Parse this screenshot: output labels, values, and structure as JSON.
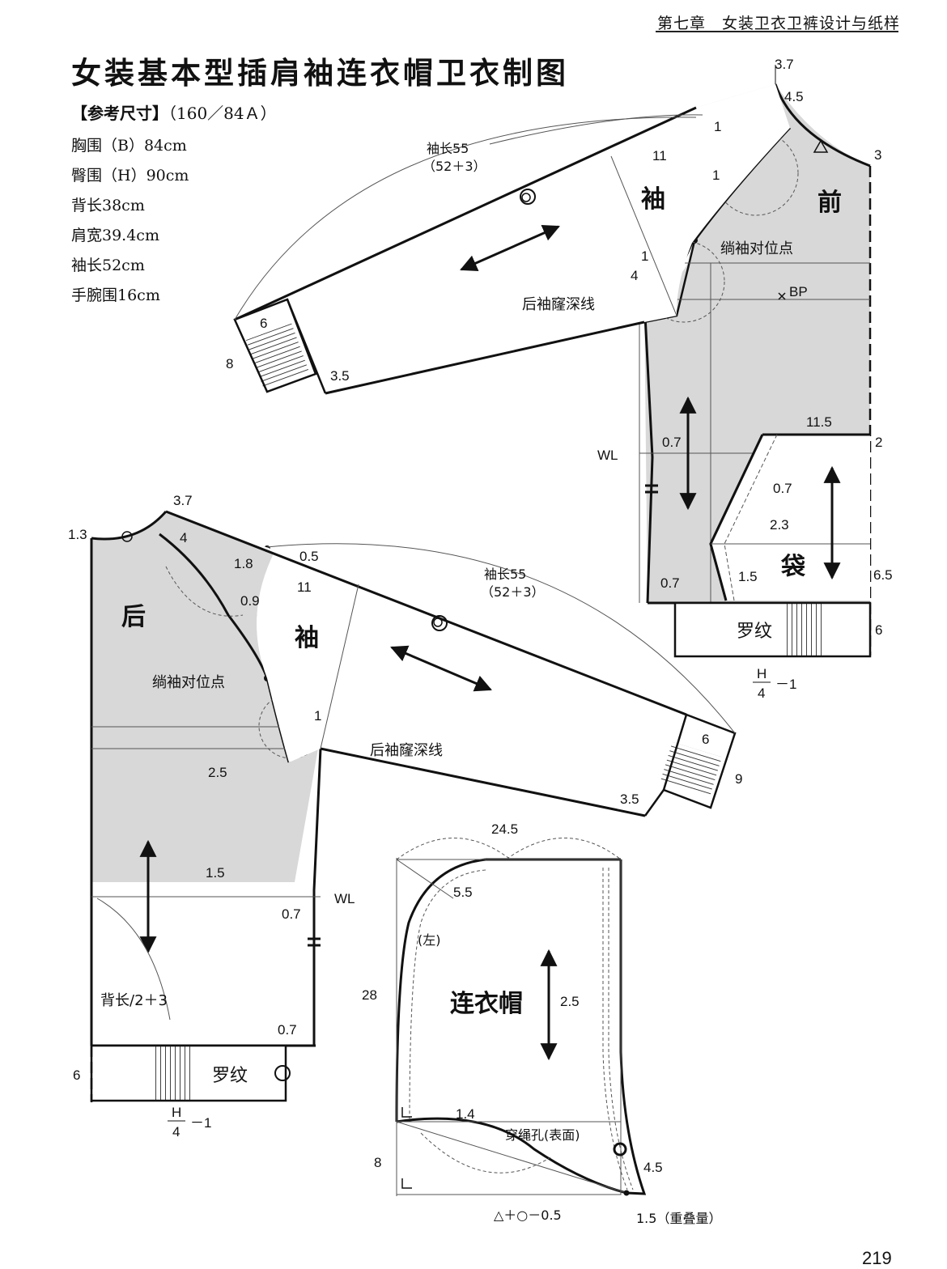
{
  "header": {
    "chapter": "第七章　女装卫衣卫裤设计与纸样"
  },
  "title": "女装基本型插肩袖连衣帽卫衣制图",
  "reference": {
    "label": "【参考尺寸】",
    "size": "（160／84Ａ）",
    "items": [
      "胸围（B）84cm",
      "臀围（H）90cm",
      "背长38cm",
      "肩宽39.4cm",
      "袖长52cm",
      "手腕围16cm"
    ]
  },
  "front": {
    "piece_label": "前",
    "sleeve_label": "袖",
    "pocket_label": "袋",
    "rib_label": "罗纹",
    "notch_label": "绱袖对位点",
    "armhole_label": "后袖窿深线",
    "bp_label": "BP",
    "wl_label": "WL",
    "sleeve_length": "袖长55",
    "sleeve_length_detail": "（52＋3）",
    "hem_width_num": "H",
    "hem_width_den": "4",
    "hem_width_tail": "－1",
    "dims": [
      "3.7",
      "4.5",
      "1",
      "11",
      "3",
      "1",
      "1",
      "4",
      "6",
      "8",
      "3.5",
      "11.5",
      "2",
      "0.7",
      "0.7",
      "2.3",
      "1.5",
      "6.5",
      "0.7",
      "6"
    ]
  },
  "back": {
    "piece_label": "后",
    "sleeve_label": "袖",
    "rib_label": "罗纹",
    "notch_label": "绱袖对位点",
    "armhole_label": "后袖窿深线",
    "wl_label": "WL",
    "back_length": "背长/2＋3",
    "sleeve_length": "袖长55",
    "sleeve_length_detail": "（52＋3）",
    "hem_width_num": "H",
    "hem_width_den": "4",
    "hem_width_tail": "－1",
    "dims": [
      "3.7",
      "1.3",
      "4",
      "1.8",
      "0.5",
      "11",
      "0.9",
      "1",
      "2.5",
      "6",
      "9",
      "3.5",
      "1.5",
      "0.7",
      "0.7",
      "6"
    ]
  },
  "hood": {
    "label": "连衣帽",
    "left_label": "(左)",
    "drawstring_label": "穿绳孔(表面)",
    "overlap_label": "1.5（重叠量）",
    "bottom_formula": "△＋○－0.5",
    "dims": [
      "24.5",
      "5.5",
      "28",
      "2.5",
      "1.4",
      "4.5",
      "8"
    ]
  },
  "page_number": "219"
}
